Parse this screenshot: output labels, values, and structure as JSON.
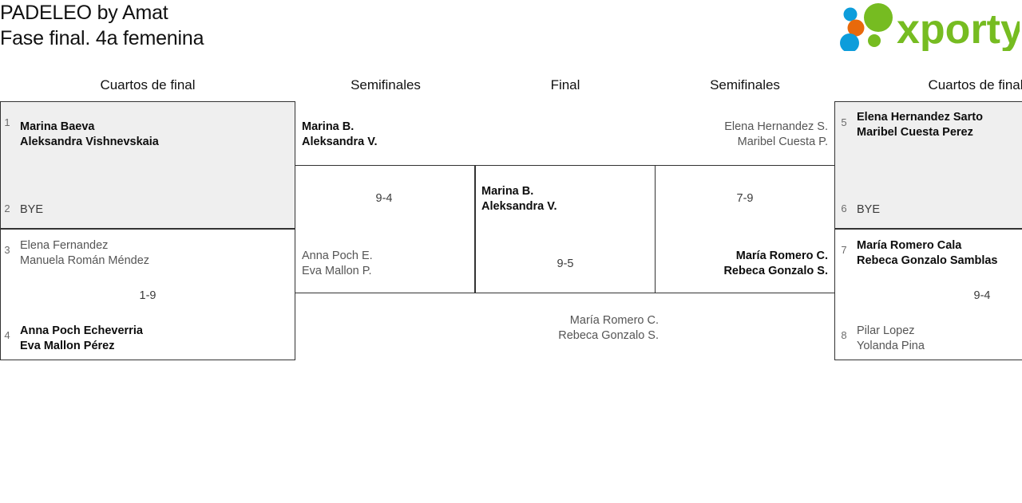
{
  "header": {
    "title_line1": "PADELEO by Amat",
    "title_line2": "Fase final. 4a femenina",
    "logo_text": "xporty",
    "logo_colors": {
      "green": "#76bc21",
      "blue": "#0d9ddb",
      "orange": "#e8690b"
    }
  },
  "rounds": {
    "left_quarters": "Cuartos de final",
    "left_semis": "Semifinales",
    "final": "Final",
    "right_semis": "Semifinales",
    "right_quarters": "Cuartos de final"
  },
  "bracket": {
    "left_quarterfinals": [
      {
        "box": "qf1",
        "shaded": true,
        "score": "",
        "teams": [
          {
            "seed": "1",
            "line1": "Marina Baeva",
            "line2": "Aleksandra Vishnevskaia",
            "result": "winner"
          },
          {
            "seed": "2",
            "line1": "BYE",
            "line2": "",
            "result": "bye"
          }
        ]
      },
      {
        "box": "qf2",
        "shaded": false,
        "score": "1-9",
        "teams": [
          {
            "seed": "3",
            "line1": "Elena Fernandez",
            "line2": "Manuela Román Méndez",
            "result": "loser"
          },
          {
            "seed": "4",
            "line1": "Anna Poch Echeverria",
            "line2": "Eva Mallon Pérez",
            "result": "winner"
          }
        ]
      }
    ],
    "left_semifinal": {
      "box": "sf-left",
      "score": "9-4",
      "teams": [
        {
          "line1": "Marina B.",
          "line2": "Aleksandra V.",
          "result": "winner"
        },
        {
          "line1": "Anna Poch E.",
          "line2": "Eva Mallon P.",
          "result": "loser"
        }
      ]
    },
    "final": {
      "box": "final",
      "score": "9-5",
      "teams": [
        {
          "line1": "Marina B.",
          "line2": "Aleksandra V.",
          "result": "winner"
        },
        {
          "line1": "María Romero C.",
          "line2": "Rebeca Gonzalo S.",
          "result": "loser"
        }
      ]
    },
    "right_semifinal": {
      "box": "sf-right",
      "score": "7-9",
      "teams": [
        {
          "line1": "Elena Hernandez S.",
          "line2": "Maribel Cuesta P.",
          "result": "loser"
        },
        {
          "line1": "María Romero C.",
          "line2": "Rebeca Gonzalo S.",
          "result": "winner"
        }
      ]
    },
    "right_quarterfinals": [
      {
        "box": "qf3",
        "shaded": true,
        "score": "",
        "teams": [
          {
            "seed": "5",
            "line1": "Elena Hernandez Sarto",
            "line2": "Maribel Cuesta Perez",
            "result": "winner"
          },
          {
            "seed": "6",
            "line1": "BYE",
            "line2": "",
            "result": "bye"
          }
        ]
      },
      {
        "box": "qf4",
        "shaded": false,
        "score": "9-4",
        "teams": [
          {
            "seed": "7",
            "line1": "María Romero Cala",
            "line2": "Rebeca Gonzalo Samblas",
            "result": "winner"
          },
          {
            "seed": "8",
            "line1": "Pilar Lopez",
            "line2": "Yolanda Pina",
            "result": "loser"
          }
        ]
      }
    ]
  }
}
